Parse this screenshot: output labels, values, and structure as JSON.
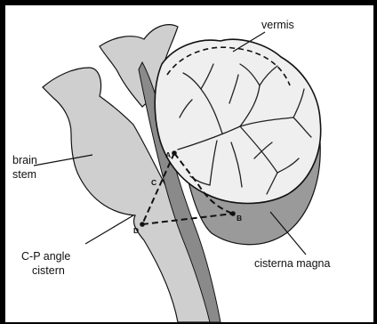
{
  "labels": {
    "vermis": "vermis",
    "brain_stem_line1": "brain",
    "brain_stem_line2": "stem",
    "cp_angle_line1": "C-P angle",
    "cp_angle_line2": "cistern",
    "cisterna_magna": "cisterna magna"
  },
  "points": {
    "a": "A",
    "b": "B",
    "c": "C",
    "d": "D"
  },
  "colors": {
    "background": "#000000",
    "panel": "#ffffff",
    "tissue": "#cfcfcf",
    "cistern": "#9a9a9a",
    "outline": "#111111"
  }
}
